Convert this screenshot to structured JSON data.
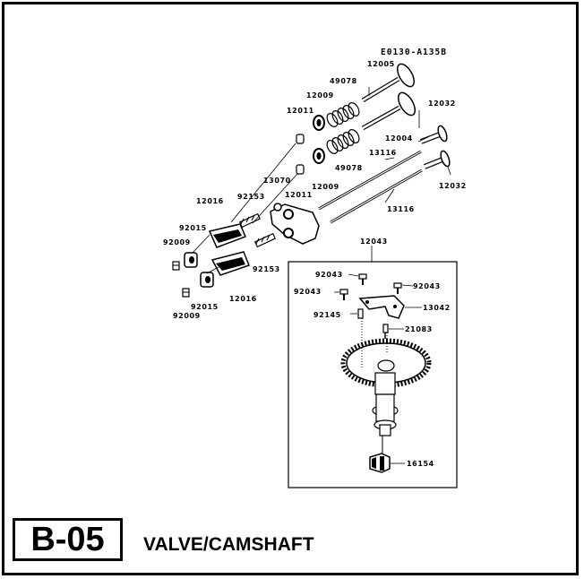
{
  "diagram_ref": "E0130-A135B",
  "section_code": "B-05",
  "section_title": "VALVE/CAMSHAFT",
  "parts": {
    "p12005": "12005",
    "p49078a": "49078",
    "p12009a": "12009",
    "p12011a": "12011",
    "p12032a": "12032",
    "p12004": "12004",
    "p13116a": "13116",
    "p49078b": "49078",
    "p13070": "13070",
    "p12016a": "12016",
    "p92153a": "92153",
    "p12009b": "12009",
    "p12011b": "12011",
    "p12032b": "12032",
    "p13116b": "13116",
    "p92015a": "92015",
    "p92009a": "92009",
    "p92153b": "92153",
    "p12016b": "12016",
    "p92009b": "92009",
    "p92015b": "92015",
    "p12043": "12043",
    "p92043a": "92043",
    "p92043b": "92043",
    "p92043c": "92043",
    "p92145": "92145",
    "p13042": "13042",
    "p21083": "21083",
    "p16154": "16154"
  }
}
